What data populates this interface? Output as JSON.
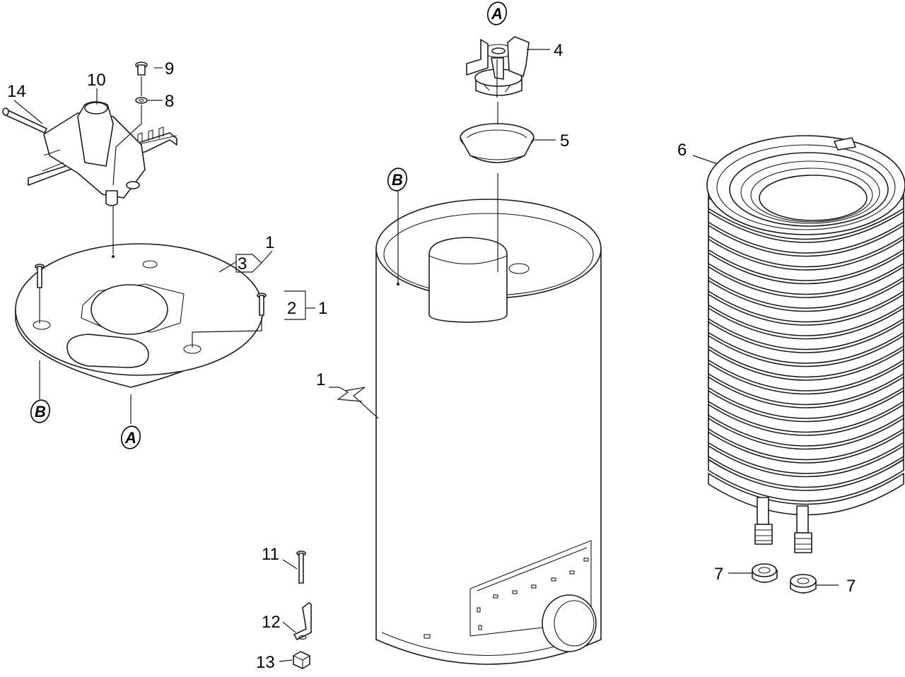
{
  "callouts": {
    "c14": "14",
    "c10": "10",
    "c9": "9",
    "c8": "8",
    "c4": "4",
    "c5": "5",
    "c6": "6",
    "c3": "3",
    "c1_top": "1",
    "c2": "2",
    "c1_mid": "1",
    "c1_tank": "1",
    "c11": "11",
    "c12": "12",
    "c13": "13",
    "c7_left": "7",
    "c7_right": "7"
  },
  "refs": {
    "a_top": "A",
    "b_tank": "B",
    "b_plate": "B",
    "a_plate": "A"
  }
}
